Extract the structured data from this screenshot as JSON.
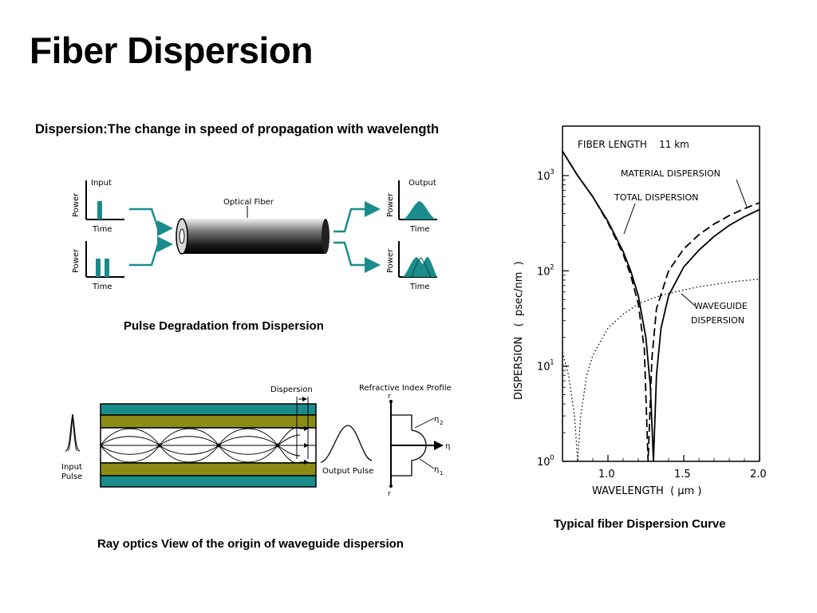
{
  "slide": {
    "title": "Fiber Dispersion",
    "subtitle": "Dispersion:The change in speed of propagation with wavelength",
    "captions": {
      "pulse": "Pulse Degradation from Dispersion",
      "ray": "Ray optics View of the origin of waveguide dispersion",
      "curve": "Typical fiber Dispersion Curve"
    }
  },
  "pulse_diagram": {
    "input_label": "Input",
    "output_label": "Output",
    "fiber_label": "Optical Fiber",
    "power_label": "Power",
    "time_label": "Time",
    "color": "#1a8c8c"
  },
  "ray_diagram": {
    "dispersion_label": "Dispersion",
    "profile_label": "Refractive Index Profile",
    "input_pulse_line1": "Input",
    "input_pulse_line2": "Pulse",
    "output_pulse_label": "Output Pulse",
    "r_label": "r",
    "n2_label": "η",
    "n2_sub": "2",
    "n1_label": "η",
    "n1_sub": "1",
    "n_axis_label": "η",
    "cladding_color": "#1a8c8c",
    "core_color": "#8c8c14"
  },
  "chart_data": {
    "type": "line",
    "annotation": "FIBER LENGTH    11 km",
    "xlabel": "WAVELENGTH  ( μm )",
    "ylabel": "DISPERSION   (  psec/nm  )",
    "x_ticks": [
      "1.0",
      "1.5",
      "2.0"
    ],
    "y_ticks": [
      {
        "base": "10",
        "exp": "0"
      },
      {
        "base": "10",
        "exp": "1"
      },
      {
        "base": "10",
        "exp": "2"
      },
      {
        "base": "10",
        "exp": "3"
      }
    ],
    "xlim": [
      0.7,
      2.0
    ],
    "ylim": [
      1,
      3000
    ],
    "yscale": "log",
    "series": [
      {
        "name": "TOTAL DISPERSION",
        "style": "solid",
        "points": [
          [
            0.7,
            1800
          ],
          [
            0.8,
            1000
          ],
          [
            0.9,
            600
          ],
          [
            1.0,
            330
          ],
          [
            1.1,
            160
          ],
          [
            1.15,
            100
          ],
          [
            1.2,
            55
          ],
          [
            1.25,
            20
          ],
          [
            1.28,
            6
          ],
          [
            1.3,
            1
          ],
          [
            1.32,
            8
          ],
          [
            1.35,
            25
          ],
          [
            1.4,
            55
          ],
          [
            1.5,
            110
          ],
          [
            1.6,
            165
          ],
          [
            1.7,
            230
          ],
          [
            1.8,
            300
          ],
          [
            1.9,
            370
          ],
          [
            2.0,
            440
          ]
        ]
      },
      {
        "name": "MATERIAL DISPERSION",
        "style": "dashed",
        "points": [
          [
            0.7,
            1800
          ],
          [
            0.8,
            1000
          ],
          [
            0.9,
            600
          ],
          [
            1.0,
            320
          ],
          [
            1.1,
            150
          ],
          [
            1.15,
            90
          ],
          [
            1.2,
            45
          ],
          [
            1.24,
            15
          ],
          [
            1.265,
            1
          ],
          [
            1.29,
            12
          ],
          [
            1.32,
            40
          ],
          [
            1.4,
            100
          ],
          [
            1.5,
            170
          ],
          [
            1.6,
            240
          ],
          [
            1.7,
            310
          ],
          [
            1.8,
            380
          ],
          [
            1.9,
            450
          ],
          [
            2.0,
            520
          ]
        ]
      },
      {
        "name": "WAVEGUIDE DISPERSION",
        "style": "dotted",
        "points": [
          [
            0.7,
            14
          ],
          [
            0.74,
            8
          ],
          [
            0.78,
            3
          ],
          [
            0.8,
            1
          ],
          [
            0.82,
            3
          ],
          [
            0.86,
            8
          ],
          [
            0.9,
            13
          ],
          [
            1.0,
            25
          ],
          [
            1.1,
            35
          ],
          [
            1.2,
            45
          ],
          [
            1.3,
            52
          ],
          [
            1.4,
            58
          ],
          [
            1.5,
            63
          ],
          [
            1.6,
            68
          ],
          [
            1.7,
            72
          ],
          [
            1.8,
            76
          ],
          [
            1.9,
            79
          ],
          [
            2.0,
            82
          ]
        ]
      }
    ]
  }
}
